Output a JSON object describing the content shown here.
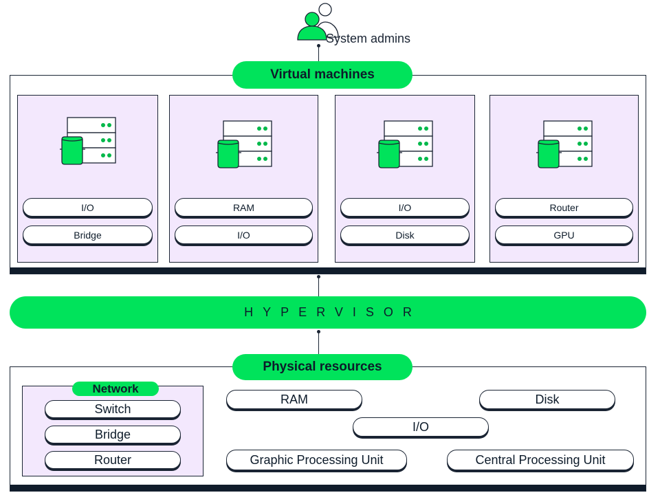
{
  "admins": {
    "label": "System admins",
    "icon": "users-icon"
  },
  "virtual_machines": {
    "title": "Virtual machines",
    "cards": [
      {
        "icon": "server-icon",
        "chips": [
          "I/O",
          "Bridge"
        ]
      },
      {
        "icon": "server-icon",
        "chips": [
          "RAM",
          "I/O"
        ]
      },
      {
        "icon": "server-icon",
        "chips": [
          "I/O",
          "Disk"
        ]
      },
      {
        "icon": "server-icon",
        "chips": [
          "Router",
          "GPU"
        ]
      }
    ]
  },
  "hypervisor": {
    "label": "HYPERVISOR"
  },
  "physical": {
    "title": "Physical resources",
    "network": {
      "title": "Network",
      "items": [
        "Switch",
        "Bridge",
        "Router"
      ]
    },
    "resources": {
      "ram": "RAM",
      "disk": "Disk",
      "io": "I/O",
      "gpu": "Graphic Processing Unit",
      "cpu": "Central Processing Unit"
    }
  },
  "colors": {
    "accent": "#00e35b",
    "card_bg": "#f3e8fd",
    "dark": "#101c2b"
  }
}
